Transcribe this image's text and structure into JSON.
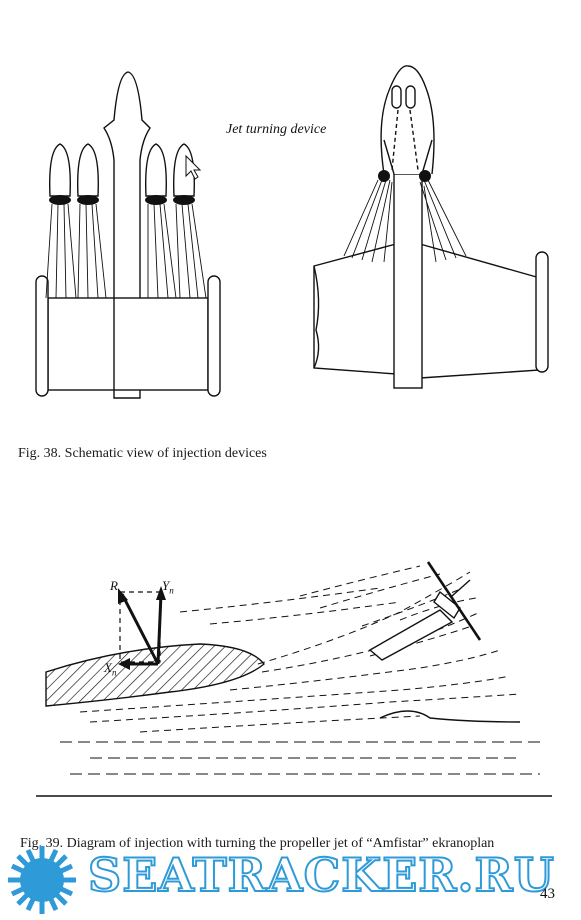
{
  "fig38": {
    "label": "Jet turning  device",
    "caption": "Fig.  38. Schematic view of injection devices"
  },
  "fig39": {
    "caption": "Fig. 39. Diagram of injection with  turning the propeller jet of “Amfistar” ekranoplan",
    "symbols": {
      "r": "R",
      "y": "Y",
      "y_sub": "п",
      "x": "X",
      "x_sub": "п"
    }
  },
  "watermark": {
    "text": "SEATRACKER.RU"
  },
  "page": {
    "number": "43"
  },
  "colors": {
    "watermark": "#2f9ad8",
    "ink": "#111111"
  }
}
